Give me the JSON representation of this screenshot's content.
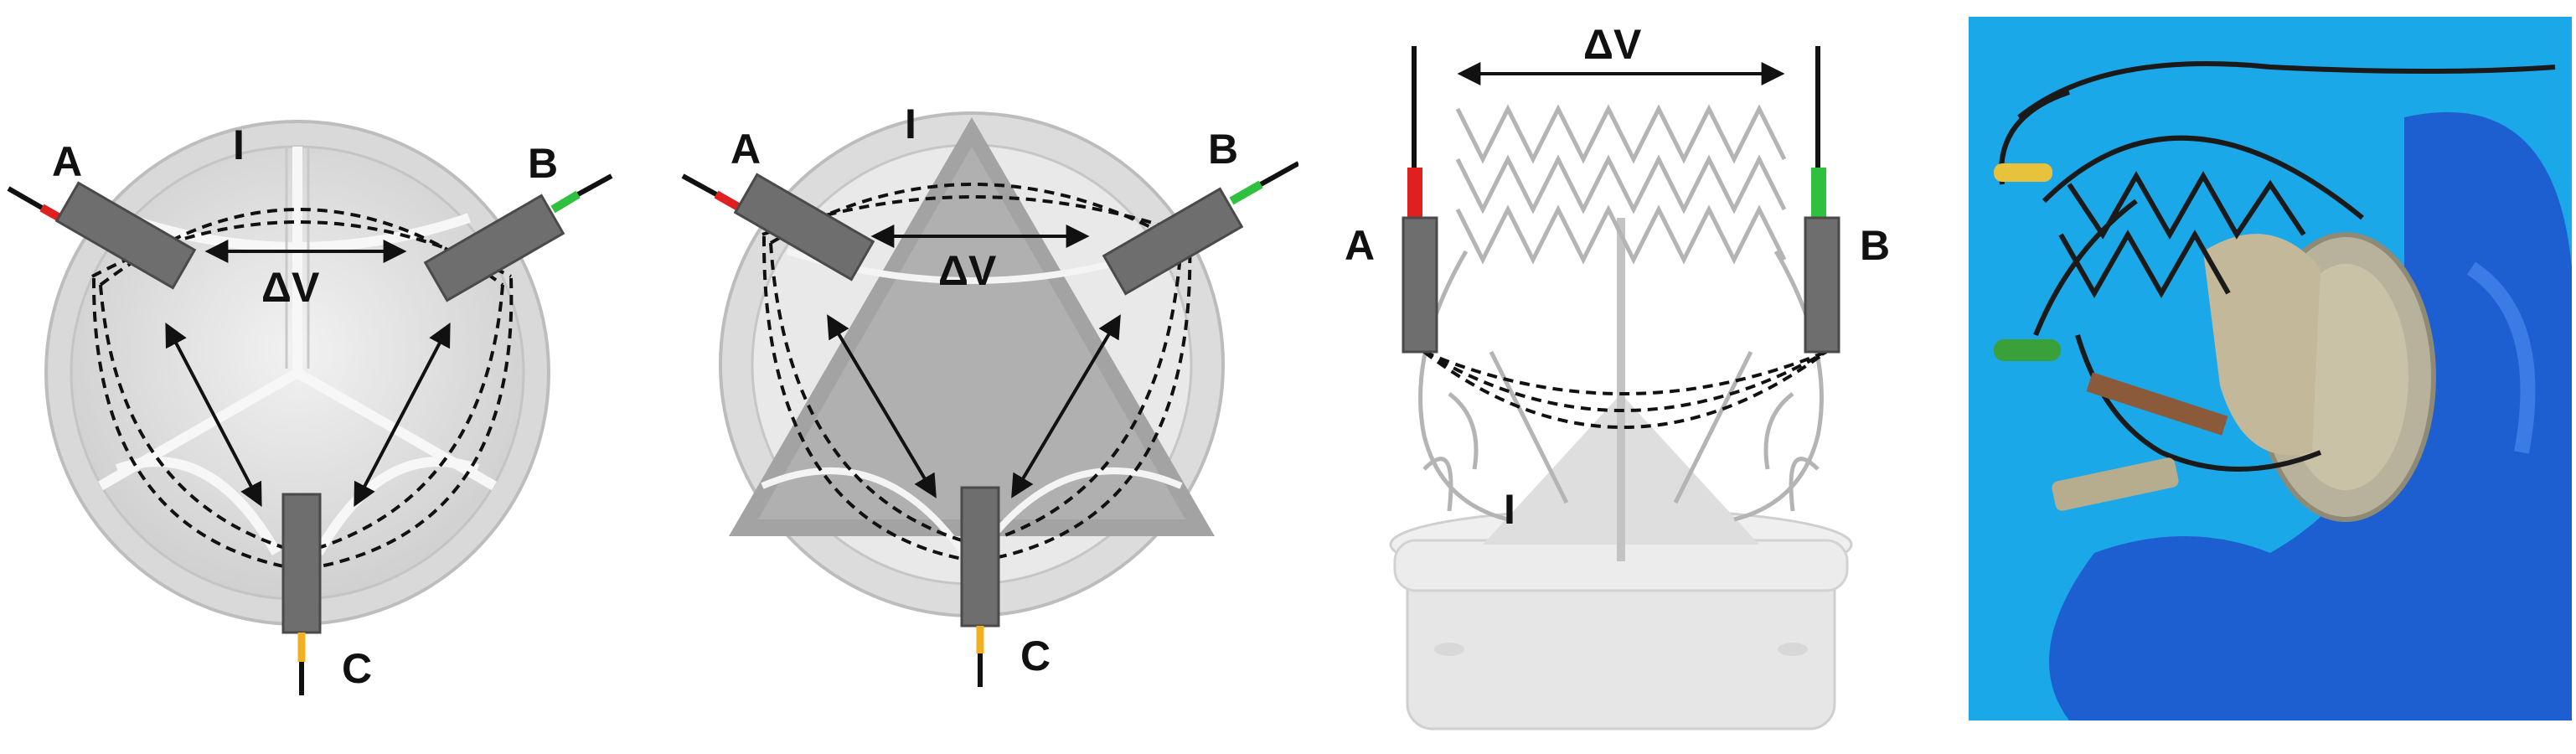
{
  "panels": [
    {
      "labels": {
        "a": "A",
        "b": "B",
        "c": "C",
        "i": "I",
        "dv": "ΔV"
      }
    },
    {
      "labels": {
        "a": "A",
        "b": "B",
        "c": "C",
        "i": "I",
        "dv": "ΔV"
      }
    },
    {
      "labels": {
        "a": "A",
        "b": "B",
        "i": "I",
        "dv": "ΔV"
      }
    },
    {
      "photo_description_visible": ""
    }
  ],
  "colors": {
    "sensor_body": "#6e6e6e",
    "lead_a": "#e02020",
    "lead_b": "#2fc040",
    "lead_c": "#f0b020",
    "wire": "#111111",
    "valve_light": "#e4e4e4",
    "valve_mid": "#cfcfcf",
    "valve_dark": "#9a9a9a",
    "photo_bg": "#1aa8e8",
    "glove": "#1d5fd0"
  },
  "icons": [
    "sensor-icon",
    "dashed-wire-icon",
    "double-arrow-icon"
  ]
}
